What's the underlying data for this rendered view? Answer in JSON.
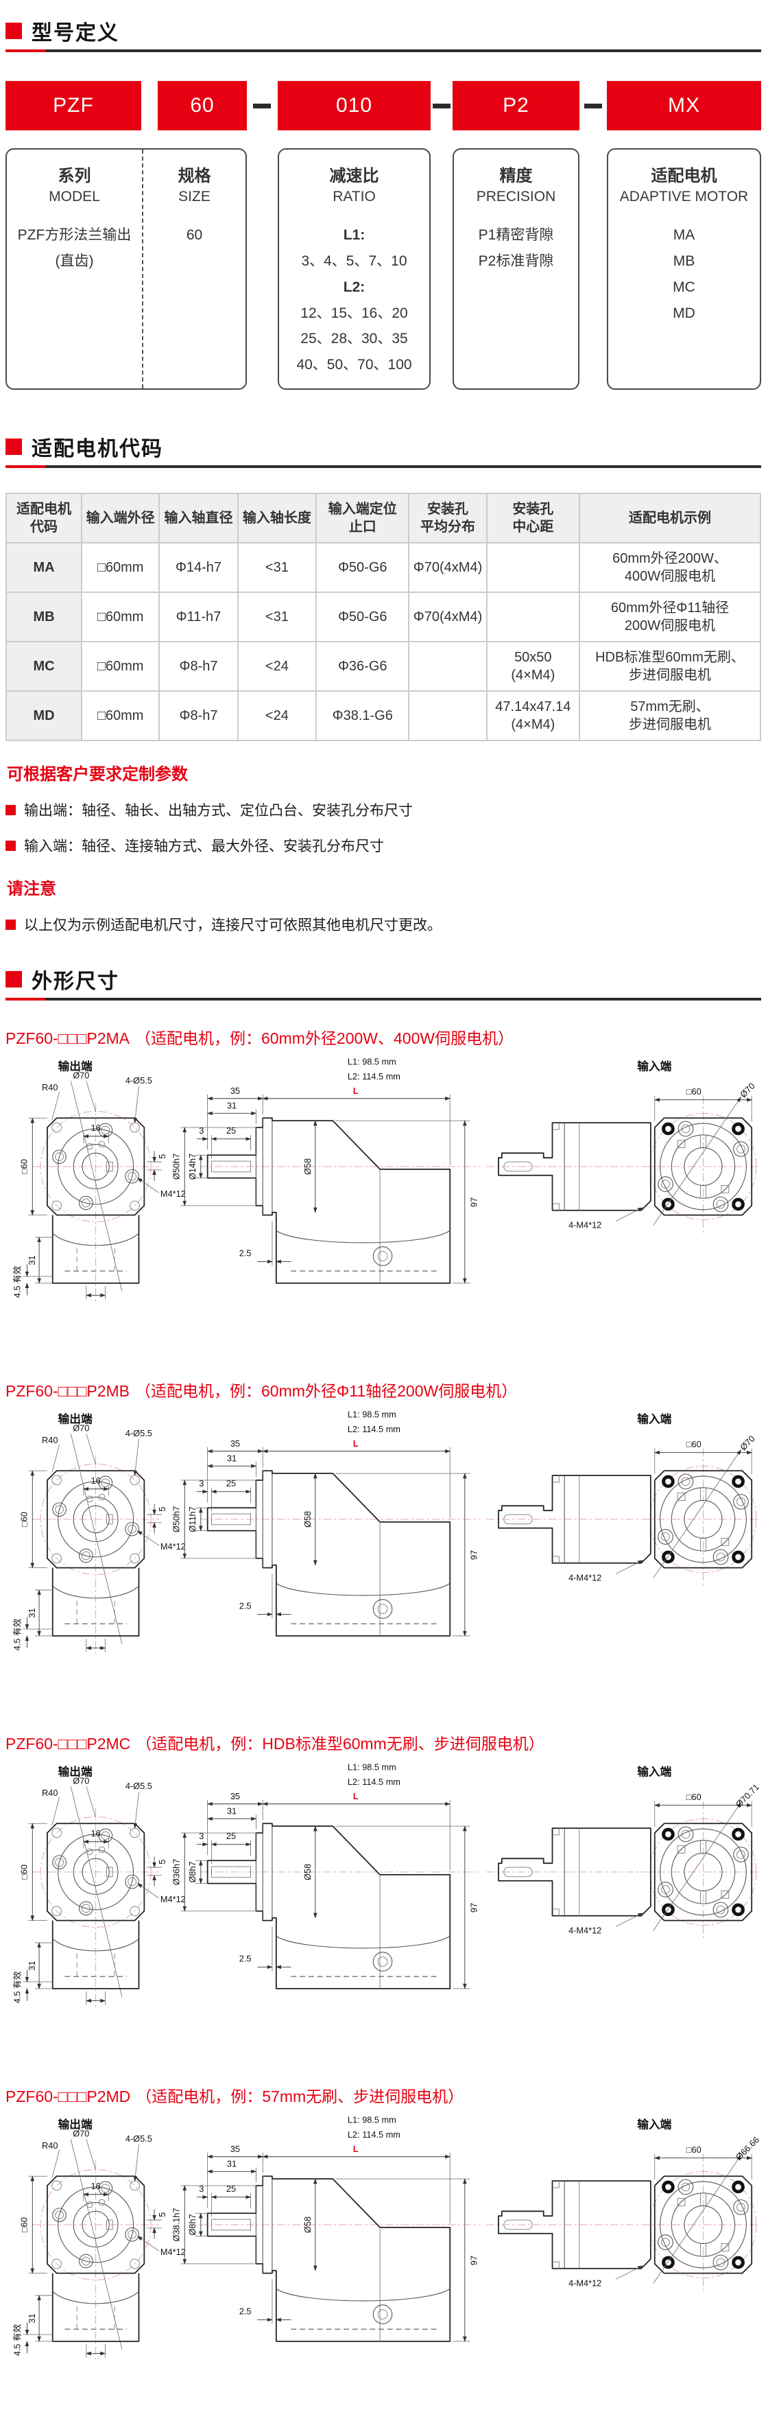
{
  "colors": {
    "accent_red": "#e60012",
    "rule_dark": "#2b2b2b",
    "table_header_bg": "#efefef"
  },
  "model_definition": {
    "title": "型号定义",
    "codes": [
      "PZF",
      "60",
      "010",
      "P2",
      "MX"
    ],
    "descriptors": [
      {
        "title": "系列",
        "subtitle": "MODEL",
        "lines": [
          {
            "t": "PZF方形法兰输出"
          },
          {
            "t": "(直齿)"
          }
        ]
      },
      {
        "title": "规格",
        "subtitle": "SIZE",
        "lines": [
          {
            "t": "60"
          }
        ]
      },
      {
        "title": "减速比",
        "subtitle": "RATIO",
        "lines": [
          {
            "t": "L1:",
            "b": true
          },
          {
            "t": "3、4、5、7、10"
          },
          {
            "t": "L2:",
            "b": true
          },
          {
            "t": "12、15、16、20"
          },
          {
            "t": "25、28、30、35"
          },
          {
            "t": "40、50、70、100"
          }
        ]
      },
      {
        "title": "精度",
        "subtitle": "PRECISION",
        "lines": [
          {
            "t": "P1精密背隙"
          },
          {
            "t": "P2标准背隙"
          }
        ]
      },
      {
        "title": "适配电机",
        "subtitle": "ADAPTIVE MOTOR",
        "lines": [
          {
            "t": "MA"
          },
          {
            "t": "MB"
          },
          {
            "t": "MC"
          },
          {
            "t": "MD"
          }
        ]
      }
    ]
  },
  "motor_code": {
    "title": "适配电机代码",
    "headers": [
      "适配电机\n代码",
      "输入端外径",
      "输入轴直径",
      "输入轴长度",
      "输入端定位\n止口",
      "安装孔\n平均分布",
      "安装孔\n中心距",
      "适配电机示例"
    ],
    "rows": [
      [
        "MA",
        "□60mm",
        "Φ14-h7",
        "<31",
        "Φ50-G6",
        "Φ70(4xM4)",
        "",
        "60mm外径200W、\n400W伺服电机"
      ],
      [
        "MB",
        "□60mm",
        "Φ11-h7",
        "<31",
        "Φ50-G6",
        "Φ70(4xM4)",
        "",
        "60mm外径Φ11轴径\n200W伺服电机"
      ],
      [
        "MC",
        "□60mm",
        "Φ8-h7",
        "<24",
        "Φ36-G6",
        "",
        "50x50\n(4×M4)",
        "HDB标准型60mm无刷、\n步进伺服电机"
      ],
      [
        "MD",
        "□60mm",
        "Φ8-h7",
        "<24",
        "Φ38.1-G6",
        "",
        "47.14x47.14\n(4×M4)",
        "57mm无刷、\n步进伺服电机"
      ]
    ],
    "custom_title": "可根据客户要求定制参数",
    "custom_items": [
      "输出端：轴径、轴长、出轴方式、定位凸台、安装孔分布尺寸",
      "输入端：轴径、连接轴方式、最大外径、安装孔分布尺寸"
    ],
    "notice_title": "请注意",
    "notice_items": [
      "以上仅为示例适配电机尺寸，连接尺寸可依照其他电机尺寸更改。"
    ]
  },
  "dimensions": {
    "title": "外形尺寸",
    "drawings": [
      {
        "model": "PZF60-□□□P2MA",
        "note": "（适配电机，例：60mm外径200W、400W伺服电机）",
        "labels": {
          "output_end": "输出端",
          "input_end": "输入端",
          "l1": "L1:  98.5 mm",
          "l2": "L2: 114.5 mm",
          "l": "L",
          "d35": "35",
          "d31_top": "31",
          "d3": "3",
          "d25": "25",
          "boss": "Ø50h7",
          "shaft": "Ø14h7",
          "d2_5": "2.5",
          "d58": "Ø58",
          "d97": "97",
          "bc": "Ø70",
          "r40": "R40",
          "holes": "4-Ø5.5",
          "d16": "16",
          "sq_out": "□60",
          "d5": "5",
          "taps": "M4*12",
          "d31_bot": "31",
          "eff": "4.5 有效",
          "sq_in": "□60",
          "in_dia": "Ø70",
          "in_taps": "4-M4*12"
        }
      },
      {
        "model": "PZF60-□□□P2MB",
        "note": "（适配电机，例：60mm外径Φ11轴径200W伺服电机）",
        "labels": {
          "output_end": "输出端",
          "input_end": "输入端",
          "l1": "L1:  98.5 mm",
          "l2": "L2: 114.5 mm",
          "l": "L",
          "d35": "35",
          "d31_top": "31",
          "d3": "3",
          "d25": "25",
          "boss": "Ø50h7",
          "shaft": "Ø11h7",
          "d2_5": "2.5",
          "d58": "Ø58",
          "d97": "97",
          "bc": "Ø70",
          "r40": "R40",
          "holes": "4-Ø5.5",
          "d16": "16",
          "sq_out": "□60",
          "d5": "5",
          "taps": "M4*12",
          "d31_bot": "31",
          "eff": "4.5 有效",
          "sq_in": "□60",
          "in_dia": "Ø70",
          "in_taps": "4-M4*12"
        }
      },
      {
        "model": "PZF60-□□□P2MC",
        "note": "（适配电机，例：HDB标准型60mm无刷、步进伺服电机）",
        "labels": {
          "output_end": "输出端",
          "input_end": "输入端",
          "l1": "L1:  98.5 mm",
          "l2": "L2: 114.5 mm",
          "l": "L",
          "d35": "35",
          "d31_top": "31",
          "d3": "3",
          "d25": "25",
          "boss": "Ø36h7",
          "shaft": "Ø8h7",
          "d2_5": "2.5",
          "d58": "Ø58",
          "d97": "97",
          "bc": "Ø70",
          "r40": "R40",
          "holes": "4-Ø5.5",
          "d16": "16",
          "sq_out": "□60",
          "d5": "5",
          "taps": "M4*12",
          "d31_bot": "31",
          "eff": "4.5 有效",
          "sq_in": "□60",
          "in_dia": "Ø70.71",
          "in_taps": "4-M4*12"
        }
      },
      {
        "model": "PZF60-□□□P2MD",
        "note": "（适配电机，例：57mm无刷、步进伺服电机）",
        "labels": {
          "output_end": "输出端",
          "input_end": "输入端",
          "l1": "L1:  98.5 mm",
          "l2": "L2: 114.5 mm",
          "l": "L",
          "d35": "35",
          "d31_top": "31",
          "d3": "3",
          "d25": "25",
          "boss": "Ø38.1h7",
          "shaft": "Ø8h7",
          "d2_5": "2.5",
          "d58": "Ø58",
          "d97": "97",
          "bc": "Ø70",
          "r40": "R40",
          "holes": "4-Ø5.5",
          "d16": "16",
          "sq_out": "□60",
          "d5": "5",
          "taps": "M4*12",
          "d31_bot": "31",
          "eff": "4.5 有效",
          "sq_in": "□60",
          "in_dia": "Ø66.66",
          "in_taps": "4-M4*12"
        }
      }
    ]
  }
}
